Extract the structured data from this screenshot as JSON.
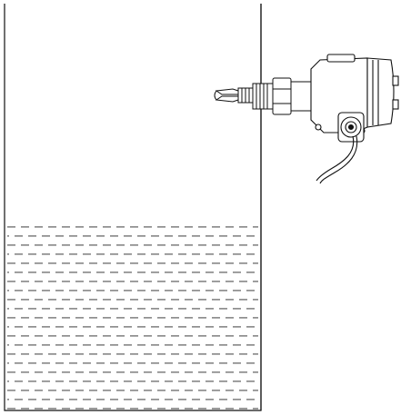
{
  "diagram": {
    "subject": "tank-with-vibrating-fork-level-switch",
    "fill_level_fraction": 0.46,
    "colors": {
      "line": "#111111",
      "background": "#ffffff",
      "liquid_dash": "#222222",
      "device_fill": "#ffffff"
    },
    "parts": [
      {
        "name": "tank-wall",
        "icon": "container-icon"
      },
      {
        "name": "liquid-surface",
        "icon": "dashed-lines-icon"
      },
      {
        "name": "tuning-fork-sensor",
        "icon": "fork-icon"
      },
      {
        "name": "threaded-process-connection",
        "icon": "thread-icon"
      },
      {
        "name": "electronics-housing",
        "icon": "housing-icon"
      },
      {
        "name": "cable-gland",
        "icon": "gland-icon"
      },
      {
        "name": "signal-cable",
        "icon": "cable-icon"
      }
    ]
  }
}
